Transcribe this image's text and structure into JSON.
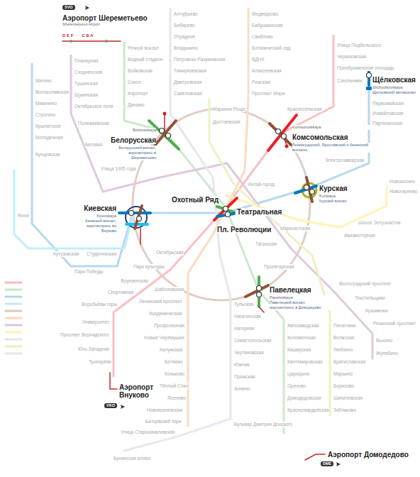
{
  "diagram": {
    "nodes": [
      {
        "text": [
          "Аэропорт Шереметьево",
          "Sheremetyevo Airport",
          "D E F",
          "C B A"
        ]
      },
      {
        "text": [
          "Belorusskaya",
          "Белорусская",
          "Белорусский вокзал, аэроэкспресс в Шереметьево"
        ]
      },
      {
        "text": [
          "Komsomolskaya",
          "Комсомольская",
          "Ленинградский, Ярославский и Казанский вокзалы"
        ]
      },
      {
        "text": [
          "Щёлковская",
          "Shchyolkovskaya",
          "Щёлковский автовокзал"
        ]
      },
      {
        "text": [
          "Курская",
          "Kurskaya",
          "Курский вокзал"
        ]
      },
      {
        "text": [
          "Киевская",
          "Kiyevskaya",
          "Киевский вокзал, аэроэкспресс во Внуково"
        ]
      },
      {
        "text": [
          "Охотный Ряд"
        ]
      },
      {
        "text": [
          "Театральная"
        ]
      },
      {
        "text": [
          "Пл. Революции"
        ]
      },
      {
        "text": [
          "Павелецкая",
          "Paveletskaya",
          "Павелецкий вокзал, аэроэкспресс в Домодедово"
        ]
      },
      {
        "text": [
          "Аэропорт Внуково"
        ]
      },
      {
        "text": [
          "Аэропорт Домодедово"
        ]
      }
    ],
    "labels": [
      "SVO",
      "VKO",
      "DME",
      "Алтуфьево",
      "Бибирево",
      "Отрадное",
      "Владыкино",
      "Петровско-Разумовская",
      "Тимирязевская",
      "Дмитровская",
      "Савёловская",
      "Марьина Роща",
      "Достоевская",
      "Медведково",
      "Бабушкинская",
      "Свиблово",
      "Ботанический сад",
      "ВДНХ",
      "Алексеевская",
      "Рижская",
      "Проспект Мира",
      "Улица Подбельского",
      "Черкизовская",
      "Преображенская площадь",
      "Сокольники",
      "Красносельская",
      "Первомайская",
      "Измайловская",
      "Партизанская",
      "Электрозаводская",
      "Планерная",
      "Сходненская",
      "Тушинская",
      "Щукинская",
      "Октябрьское поле",
      "Полежаевская",
      "Беговая",
      "Улица 1905 года",
      "Речной вокзал",
      "Водный стадион",
      "Войковская",
      "Сокол",
      "Аэропорт",
      "Динамо",
      "Митино",
      "Волоколамская",
      "Мякинино",
      "Строгино",
      "Крылатское",
      "Молодёжная",
      "Кунцевская",
      "Фили",
      "Кутузовская",
      "Студенческая",
      "Парк Победы",
      "Парк культуры",
      "Фрунзенская",
      "Спортивная",
      "Воробьёвы горы",
      "Университет",
      "Проспект Вернадского",
      "Юго-Западная",
      "Тропарёво",
      "Октябрьская",
      "Шаболовская",
      "Ленинский проспект",
      "Академическая",
      "Профсоюзная",
      "Новые Черёмушки",
      "Калужская",
      "Беляево",
      "Коньково",
      "Тёплый Стан",
      "Ясенево",
      "Новоясеневская",
      "Битцевский парк",
      "Тульская",
      "Нагатинская",
      "Нагорная",
      "Севастопольская",
      "Чертановская",
      "Южная",
      "Пражская",
      "Аннино",
      "Бульвар Дмитрия Донского",
      "Улица Старокачаловская",
      "Бунинская аллея",
      "Автозаводская",
      "Коломенская",
      "Каширская",
      "Кантемировская",
      "Царицыно",
      "Орехово",
      "Домодедовская",
      "Красногвардейская",
      "Печатники",
      "Волжская",
      "Люблино",
      "Братиславская",
      "Марьино",
      "Борисово",
      "Шипиловская",
      "Зябликово",
      "Пролетарская",
      "Волгоградский проспект",
      "Текстильщики",
      "Кузьминки",
      "Рязанский проспект",
      "Выхино",
      "Жулебино",
      "Новокосино",
      "Новогиреево",
      "Шоссе Энтузиастов",
      "Авиамоторная",
      "Марксистская",
      "Таганская",
      "Китай-город"
    ]
  }
}
